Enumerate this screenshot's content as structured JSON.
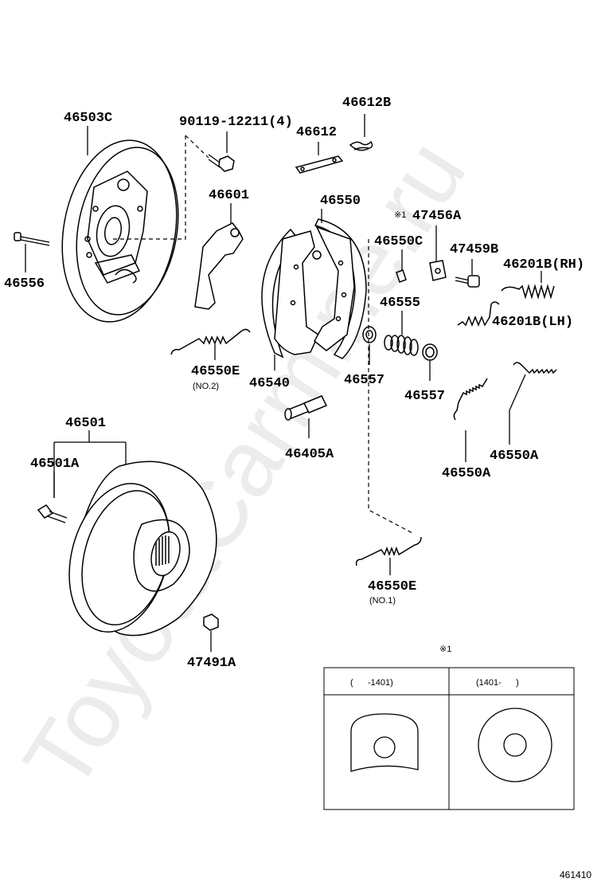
{
  "watermark": "ToyotaCarmine.ru",
  "figure_number": "461410",
  "labels": {
    "p46503C": "46503C",
    "p90119": "90119-12211(4)",
    "p46612B": "46612B",
    "p46612": "46612",
    "p46601": "46601",
    "p46550": "46550",
    "p47456A": "47456A",
    "mark47456A": "※1",
    "p46550C": "46550C",
    "p47459B": "47459B",
    "p46201B_RH": "46201B(RH)",
    "p46201B_LH": "46201B(LH)",
    "p46555": "46555",
    "p46556": "46556",
    "p46550E_no2": "46550E",
    "p46550E_no2_sub": "(NO.2)",
    "p46540": "46540",
    "p46557a": "46557",
    "p46557b": "46557",
    "p46405A": "46405A",
    "p46550A_a": "46550A",
    "p46550A_b": "46550A",
    "p46501": "46501",
    "p46501A": "46501A",
    "p47491A": "47491A",
    "p46550E_no1": "46550E",
    "p46550E_no1_sub": "(NO.1)"
  },
  "inset_table": {
    "note_mark": "※1",
    "col1_header": "(      -1401)",
    "col2_header": "(1401-      )"
  }
}
